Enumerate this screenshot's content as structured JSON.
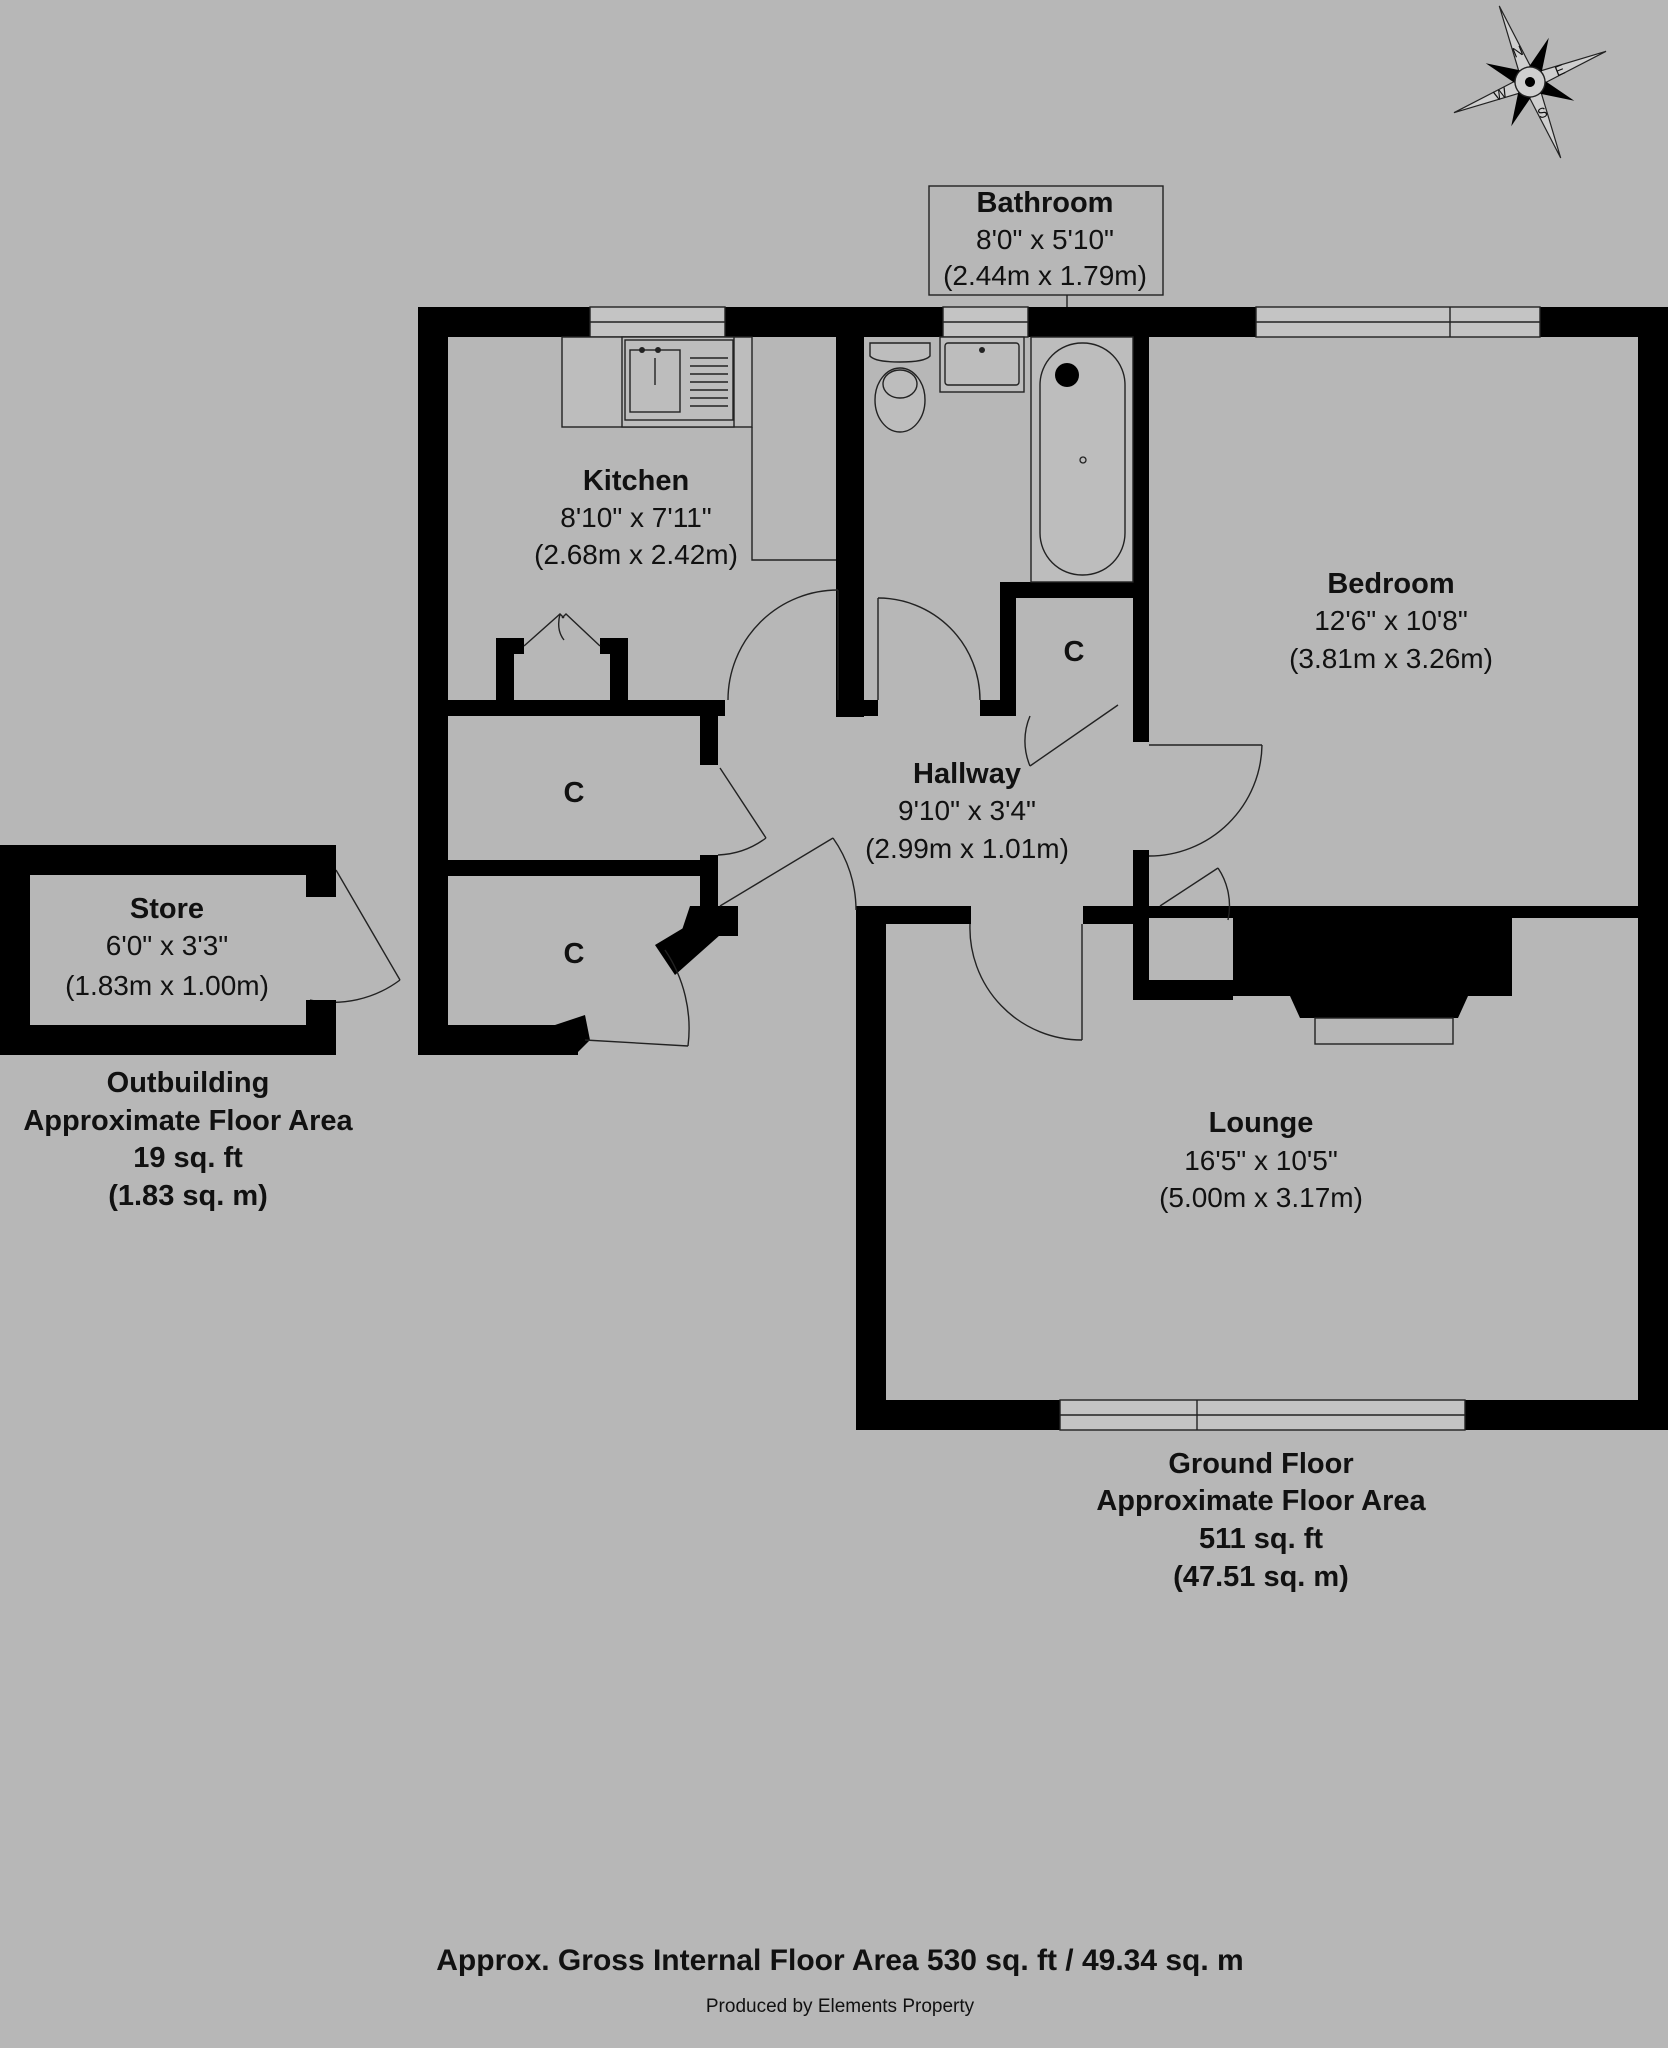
{
  "rooms": {
    "bathroom": {
      "name": "Bathroom",
      "size_imperial": "8'0\" x 5'10\"",
      "size_metric": "(2.44m x 1.79m)"
    },
    "kitchen": {
      "name": "Kitchen",
      "size_imperial": "8'10\" x 7'11\"",
      "size_metric": "(2.68m x 2.42m)"
    },
    "bedroom": {
      "name": "Bedroom",
      "size_imperial": "12'6\" x 10'8\"",
      "size_metric": "(3.81m x 3.26m)"
    },
    "hallway": {
      "name": "Hallway",
      "size_imperial": "9'10\" x 3'4\"",
      "size_metric": "(2.99m x 1.01m)"
    },
    "store": {
      "name": "Store",
      "size_imperial": "6'0\" x 3'3\"",
      "size_metric": "(1.83m x 1.00m)"
    },
    "lounge": {
      "name": "Lounge",
      "size_imperial": "16'5\" x 10'5\"",
      "size_metric": "(5.00m x 3.17m)"
    },
    "cupboard_label": "C"
  },
  "outbuilding": {
    "title": "Outbuilding",
    "subtitle": "Approximate Floor Area",
    "area_sqft": "19 sq. ft",
    "area_sqm": "(1.83 sq. m)"
  },
  "ground_floor": {
    "title": "Ground Floor",
    "subtitle": "Approximate Floor Area",
    "area_sqft": "511 sq. ft",
    "area_sqm": "(47.51 sq. m)"
  },
  "footer": {
    "gross_area": "Approx. Gross Internal Floor Area 530 sq. ft / 49.34 sq. m",
    "produced_by": "Produced by Elements Property"
  },
  "compass": {
    "n": "N",
    "e": "E",
    "s": "S",
    "w": "W"
  },
  "colors": {
    "background": "#b7b7b7",
    "walls": "#000000",
    "text": "#111111"
  }
}
